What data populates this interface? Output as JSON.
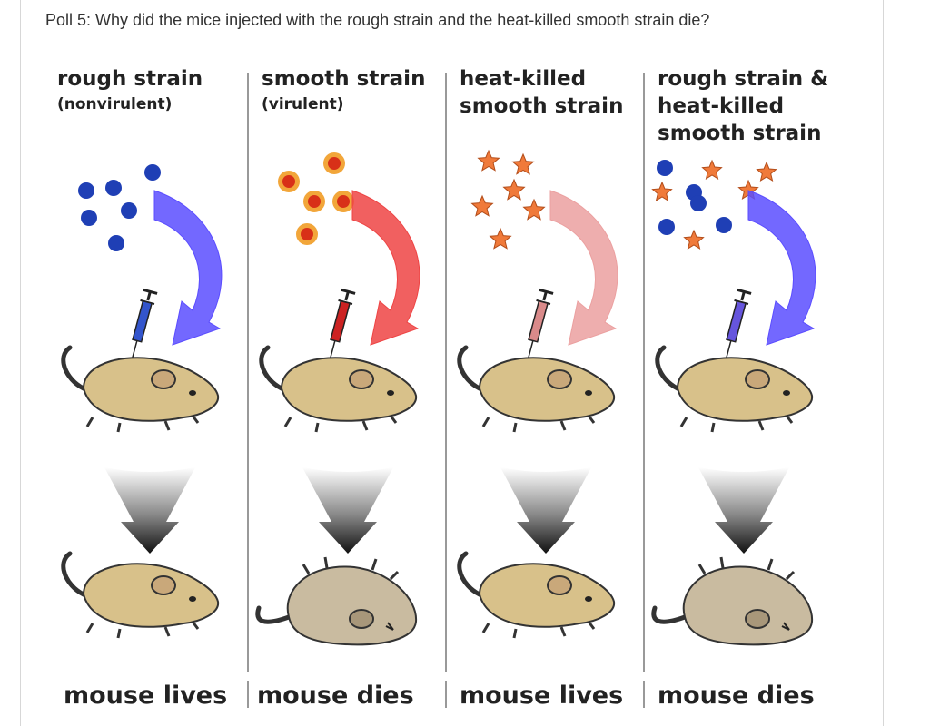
{
  "question": "Poll 5: Why did the mice injected with the rough strain and the heat-killed smooth strain die?",
  "columns": [
    {
      "title_lines": [
        "rough strain"
      ],
      "subtitle": "(nonvirulent)",
      "result": "mouse lives",
      "syringe_color": "#3355cc",
      "arrow_color": "#5b4dff",
      "particles": "blue",
      "outcome": "lives"
    },
    {
      "title_lines": [
        "smooth strain"
      ],
      "subtitle": "(virulent)",
      "result": "mouse dies",
      "syringe_color": "#cc2222",
      "arrow_color": "#ee4444",
      "particles": "red",
      "outcome": "dies"
    },
    {
      "title_lines": [
        "heat-killed",
        "smooth strain"
      ],
      "subtitle": "",
      "result": "mouse lives",
      "syringe_color": "#d98a8a",
      "arrow_color": "#eba0a0",
      "particles": "stars",
      "outcome": "lives"
    },
    {
      "title_lines": [
        "rough strain &",
        "heat-killed",
        "smooth strain"
      ],
      "subtitle": "",
      "result": "mouse dies",
      "syringe_color": "#6655dd",
      "arrow_color": "#5b4dff",
      "particles": "mixed",
      "outcome": "dies"
    }
  ],
  "colors": {
    "blue_cell": "#1f3fb5",
    "red_cell_core": "#d83018",
    "red_cell_ring": "#f2a63a",
    "star": "#f07a3a",
    "live_mouse": "#d8c18a",
    "dead_mouse": "#c9bba0"
  }
}
